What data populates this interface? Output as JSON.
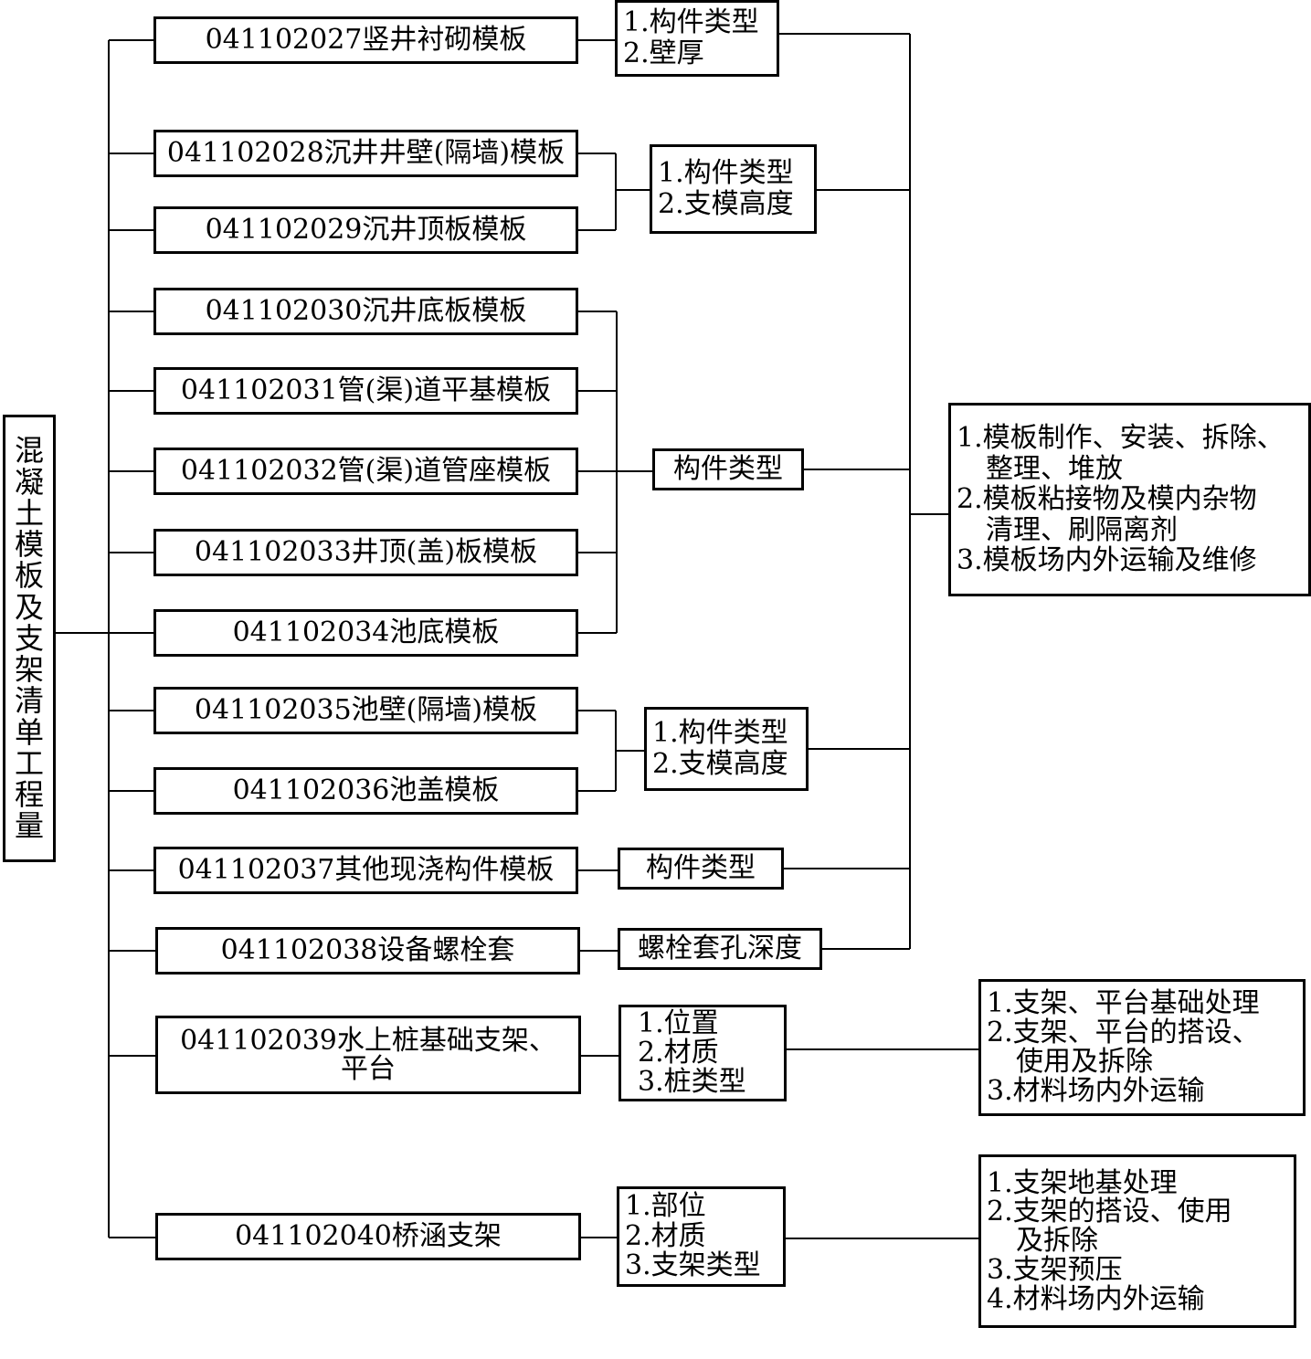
{
  "root": {
    "chars": [
      "混",
      "凝",
      "土",
      "模",
      "板",
      "及",
      "支",
      "架",
      "清",
      "单",
      "工",
      "程",
      "量"
    ]
  },
  "items": [
    {
      "label": "041102027竖井衬砌模板"
    },
    {
      "label": "041102028沉井井壁(隔墙)模板"
    },
    {
      "label": "041102029沉井顶板模板"
    },
    {
      "label": "041102030沉井底板模板"
    },
    {
      "label": "041102031管(渠)道平基模板"
    },
    {
      "label": "041102032管(渠)道管座模板"
    },
    {
      "label": "041102033井顶(盖)板模板"
    },
    {
      "label": "041102034池底模板"
    },
    {
      "label": "041102035池壁(隔墙)模板"
    },
    {
      "label": "041102036池盖模板"
    },
    {
      "label": "041102037其他现浇构件模板"
    },
    {
      "label": "041102038设备螺栓套"
    },
    {
      "line1": "041102039水上桩基础支架、",
      "line2": "平台"
    },
    {
      "label": "041102040桥涵支架"
    }
  ],
  "features": {
    "f1": [
      "1.构件类型",
      "2.壁厚"
    ],
    "f2": [
      "1.构件类型",
      "2.支模高度"
    ],
    "f3": [
      "构件类型"
    ],
    "f4": [
      "1.构件类型",
      "2.支模高度"
    ],
    "f5": [
      "构件类型"
    ],
    "f6": [
      "螺栓套孔深度"
    ],
    "f7": [
      "1.位置",
      "2.材质",
      "3.桩类型"
    ],
    "f8": [
      "1.部位",
      "2.材质",
      "3.支架类型"
    ]
  },
  "works": {
    "w1": [
      "1.模板制作、安装、拆除、",
      "整理、堆放",
      "2.模板粘接物及模内杂物",
      "清理、刷隔离剂",
      "3.模板场内外运输及维修"
    ],
    "w2": [
      "1.支架、平台基础处理",
      "2.支架、平台的搭设、",
      "使用及拆除",
      "3.材料场内外运输"
    ],
    "w3": [
      "1.支架地基处理",
      "2.支架的搭设、使用",
      "及拆除",
      "3.支架预压",
      "4.材料场内外运输"
    ]
  }
}
